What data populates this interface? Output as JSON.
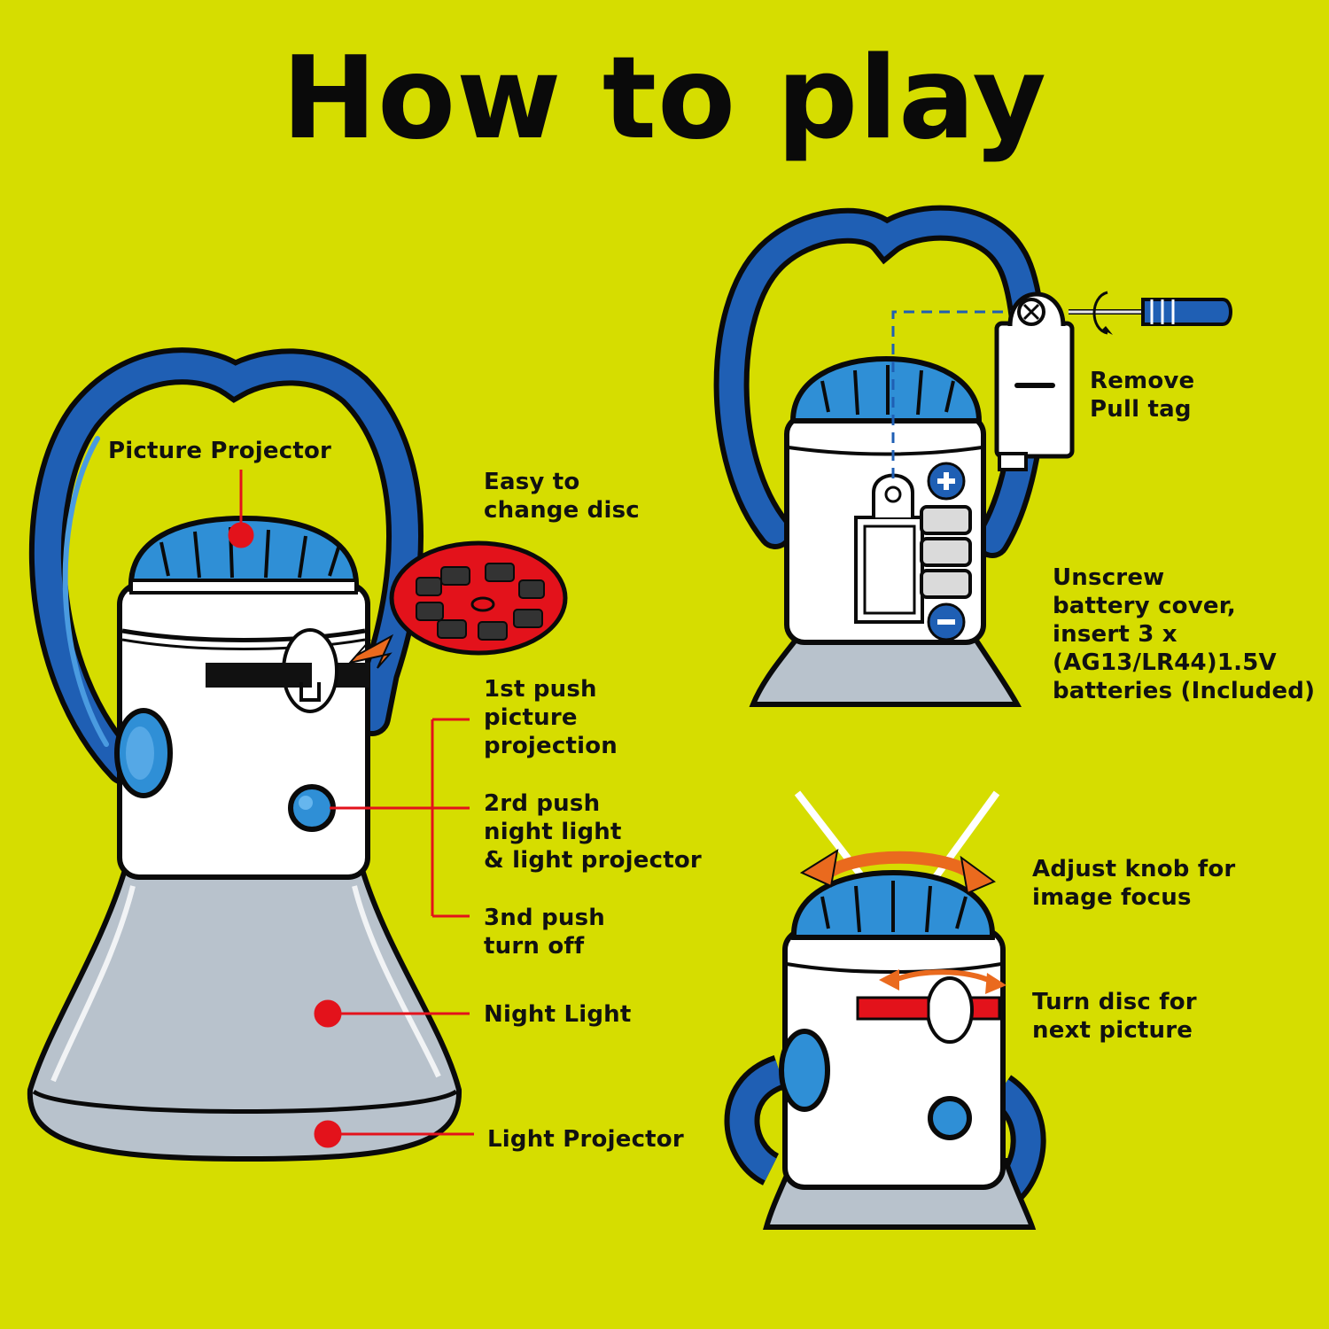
{
  "title": "How to play",
  "labels": {
    "picture_projector": "Picture Projector",
    "easy_change_disc": "Easy to\nchange disc",
    "first_push": "1st push\npicture\nprojection",
    "second_push": "2rd push\nnight light\n& light projector",
    "third_push": "3nd push\nturn off",
    "night_light": "Night Light",
    "light_projector": "Light Projector",
    "remove_pull_tag": "Remove\nPull tag",
    "unscrew_battery": "Unscrew\nbattery cover,\ninsert 3 x\n(AG13/LR44)1.5V\nbatteries (Included)",
    "adjust_knob": "Adjust knob for\nimage focus",
    "turn_disc": "Turn disc for\nnext picture"
  },
  "colors": {
    "background": "#d6dd00",
    "handle_blue": "#1f5fb4",
    "cap_blue": "#2f8fd6",
    "body_white": "#ffffff",
    "base_gray": "#b8c2cc",
    "marker_red": "#e3121b",
    "disc_red": "#e3121b",
    "arrow_orange": "#ea6a1e"
  },
  "icons": [
    "screwdriver-icon",
    "plus-icon",
    "minus-icon",
    "rotate-arrow-icon"
  ]
}
